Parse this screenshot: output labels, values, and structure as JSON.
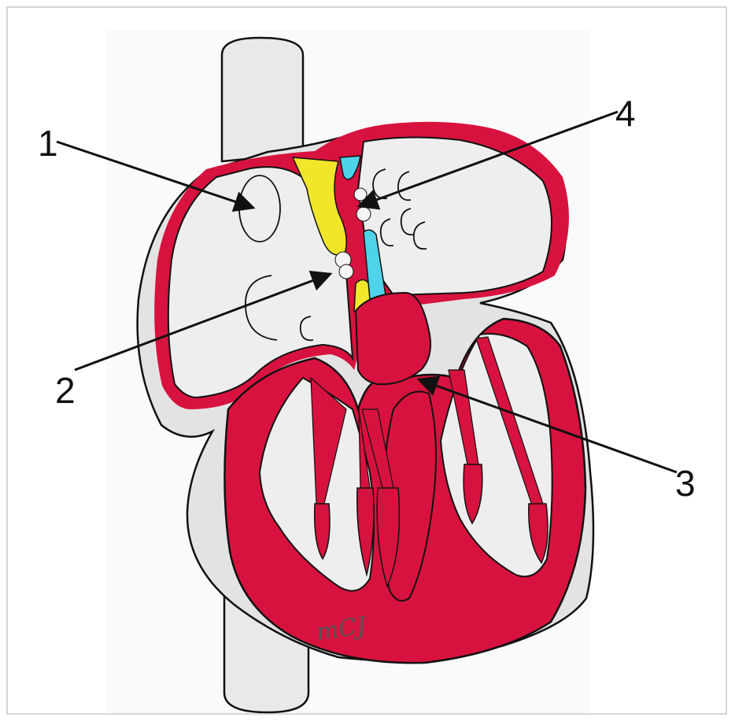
{
  "labels": [
    {
      "id": "1",
      "text": "1"
    },
    {
      "id": "2",
      "text": "2"
    },
    {
      "id": "3",
      "text": "3"
    },
    {
      "id": "4",
      "text": "4"
    }
  ],
  "signature": "mCJ",
  "colors": {
    "myocardium": "#d8123e",
    "chamber": "#eeeeee",
    "vessel": "#e9e9e9",
    "septum_yellow": "#f2e62a",
    "septum_cyan": "#4fd3ea",
    "outline": "#111111",
    "frame": "#d6d6d6"
  }
}
